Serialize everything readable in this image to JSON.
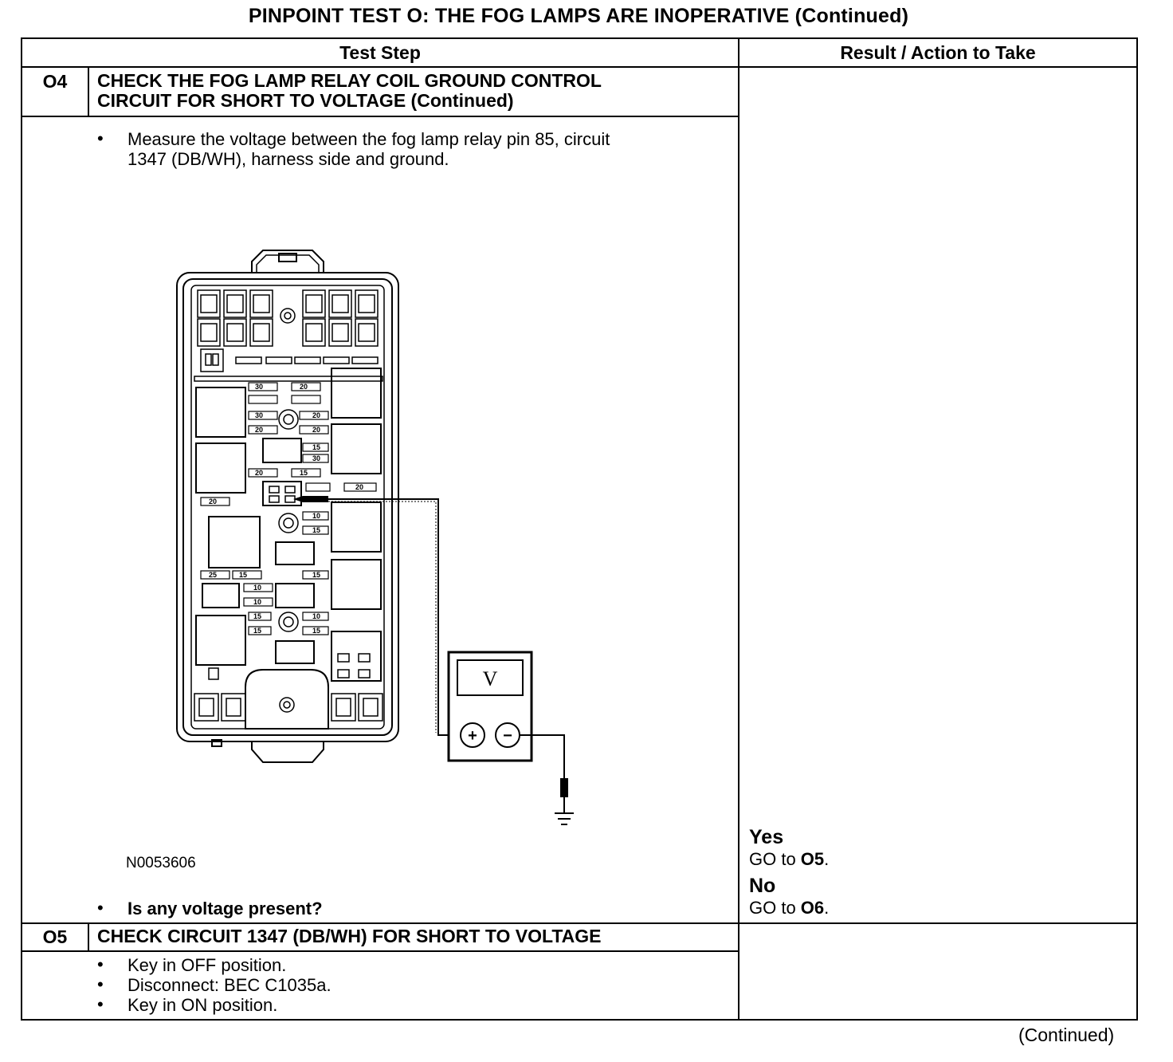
{
  "page": {
    "title": "PINPOINT TEST  O: THE FOG LAMPS ARE INOPERATIVE (Continued)",
    "footer": "(Continued)"
  },
  "table": {
    "col_test_step": "Test Step",
    "col_result": "Result / Action to Take"
  },
  "steps": [
    {
      "id": "O4",
      "title_line1": "CHECK THE FOG LAMP RELAY COIL GROUND CONTROL",
      "title_line2": "CIRCUIT FOR SHORT TO VOLTAGE (Continued)",
      "bullet1_line1": "Measure the voltage between the fog lamp relay pin 85, circuit",
      "bullet1_line2": "1347 (DB/WH), harness side and ground.",
      "figure_code": "N0053606",
      "question": "Is any voltage present?",
      "results": [
        {
          "heading": "Yes",
          "action_prefix": "GO to ",
          "action_target": "O5",
          "action_suffix": "."
        },
        {
          "heading": "No",
          "action_prefix": "GO to ",
          "action_target": "O6",
          "action_suffix": "."
        }
      ]
    },
    {
      "id": "O5",
      "title": "CHECK CIRCUIT 1347 (DB/WH) FOR SHORT TO VOLTAGE",
      "bullets": [
        "Key in OFF position.",
        "Disconnect: BEC C1035a.",
        "Key in ON position."
      ]
    }
  ],
  "figure": {
    "meter_label": "V",
    "plus_symbol": "+",
    "minus_symbol": "−",
    "fuse_ratings": [
      "30",
      "20",
      "30",
      "20",
      "20",
      "20",
      "15",
      "30",
      "20",
      "15",
      "20",
      "20",
      "10",
      "15",
      "25",
      "15",
      "15",
      "10",
      "10",
      "15",
      "10",
      "15",
      "15"
    ]
  }
}
